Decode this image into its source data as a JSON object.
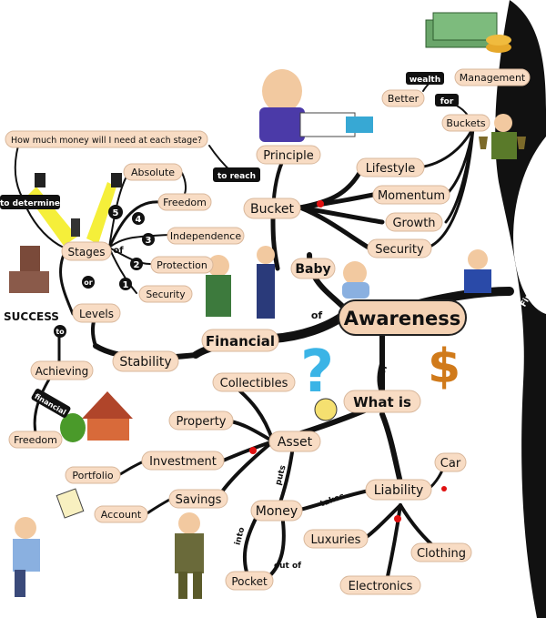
{
  "center": "Awareness",
  "nodes": {
    "question": "How much money will I need at each stage?",
    "to_determine": "to determine",
    "to_reach": "to reach",
    "absolute": "Absolute",
    "freedom_top": "Freedom",
    "independence": "Independence",
    "protection": "Protection",
    "security_small": "Security",
    "stages": "Stages",
    "of_stages": "of",
    "or_levels": "or",
    "levels": "Levels",
    "success": "SUCCESS",
    "to_achieving": "to",
    "achieving": "Achieving",
    "financial_ribbon": "financial",
    "freedom_bottom": "Freedom",
    "stability": "Stability",
    "financial": "Financial",
    "of_awareness": "of",
    "baby": "Baby",
    "bucket": "Bucket",
    "principle": "Principle",
    "lifestyle": "Lifestyle",
    "momentum": "Momentum",
    "growth": "Growth",
    "security": "Security",
    "buckets": "Buckets",
    "for": "for",
    "better": "Better",
    "wealth": "wealth",
    "management": "Management",
    "financial_side": "Financial",
    "what_is": "What is",
    "of_whatis": "of",
    "collectibles": "Collectibles",
    "property": "Property",
    "asset": "Asset",
    "investment": "Investment",
    "portfolio": "Portfolio",
    "savings": "Savings",
    "account": "Account",
    "puts": "puts",
    "money": "Money",
    "takes": "takes",
    "into": "into",
    "out_of": "out of",
    "pocket": "Pocket",
    "liability": "Liability",
    "car": "Car",
    "luxuries": "Luxuries",
    "clothing": "Clothing",
    "electronics": "Electronics"
  },
  "stage_numbers": [
    "5",
    "4",
    "3",
    "2",
    "1"
  ],
  "colors": {
    "pill": "#f8dcc4",
    "branch": "#111111",
    "dot": "#e01010",
    "arrow_light": "#f5ef3a"
  }
}
